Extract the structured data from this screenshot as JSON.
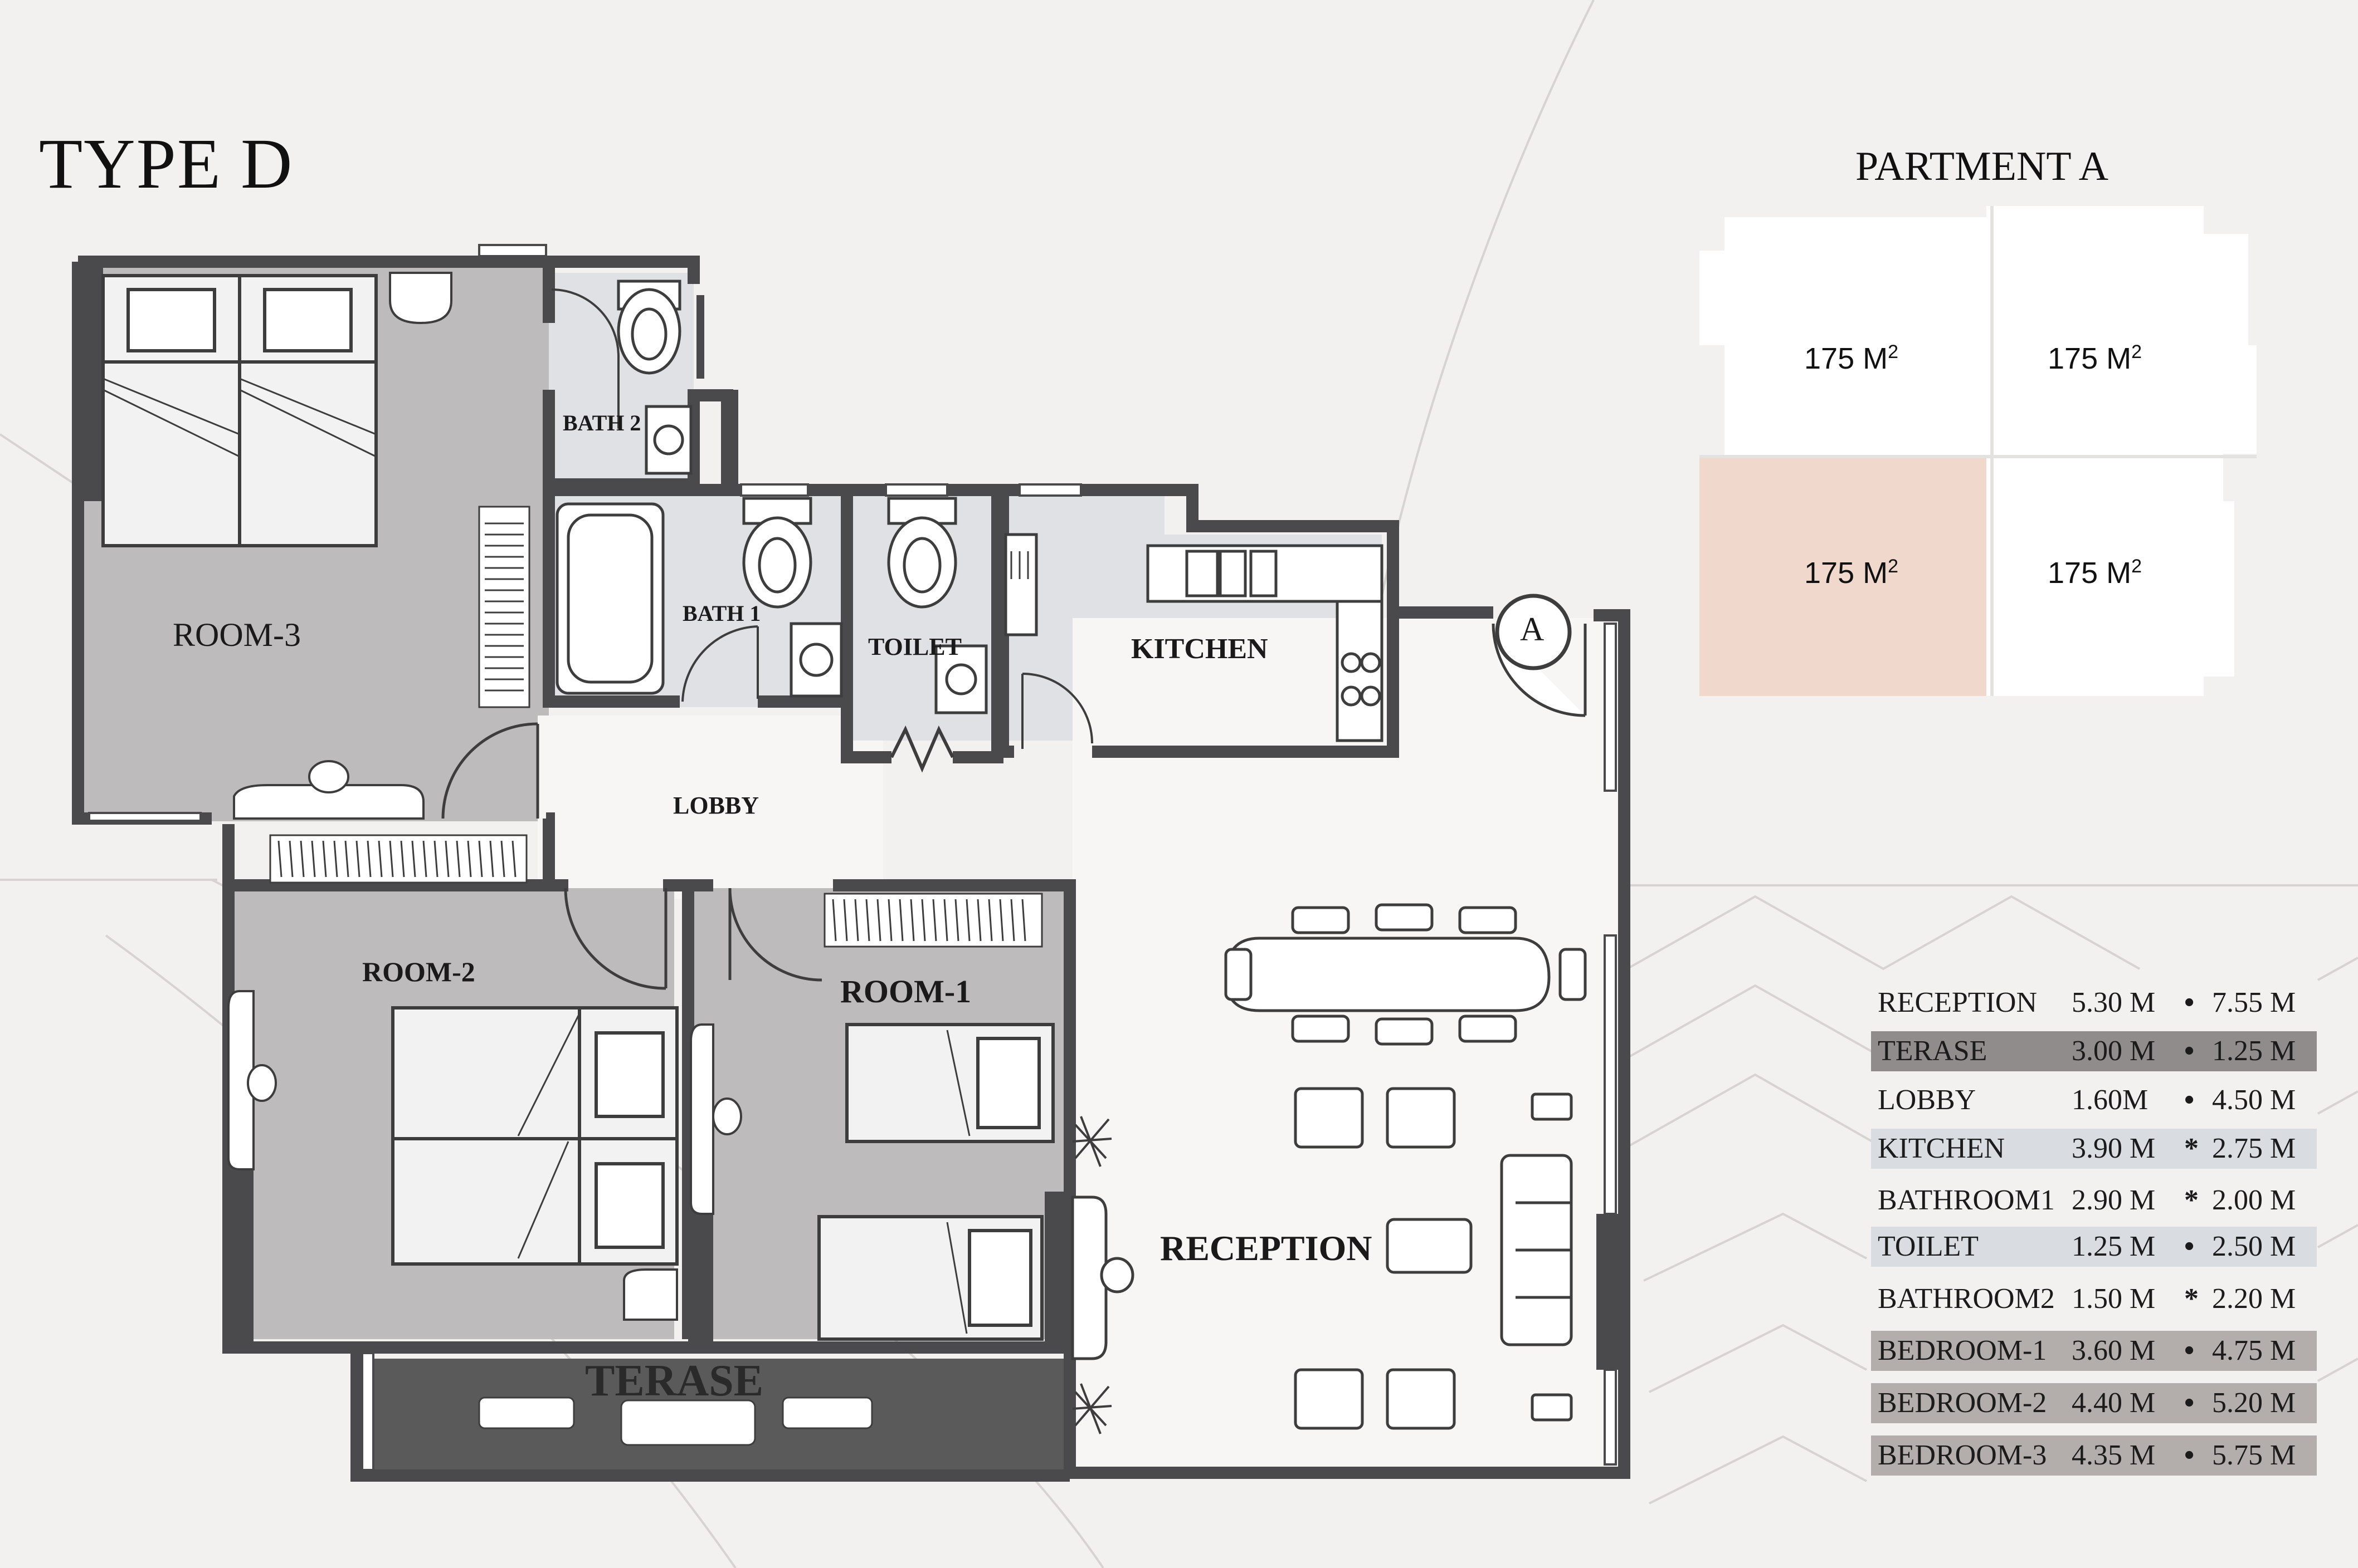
{
  "plan": {
    "title": "TYPE D",
    "rooms": {
      "room3": "ROOM-3",
      "bath2": "BATH 2",
      "bath1": "BATH 1",
      "toilet": "TOILET",
      "kitchen": "KITCHEN",
      "lobby": "LOBBY",
      "room2": "ROOM-2",
      "room1": "ROOM-1",
      "reception": "RECEPTION",
      "terase": "TERASE"
    },
    "entrance_marker": "A"
  },
  "key_plan": {
    "title": "PARTMENT A",
    "units": [
      {
        "area": "175 M",
        "sup": "2",
        "highlighted": false
      },
      {
        "area": "175 M",
        "sup": "2",
        "highlighted": false
      },
      {
        "area": "175 M",
        "sup": "2",
        "highlighted": true
      },
      {
        "area": "175 M",
        "sup": "2",
        "highlighted": false
      }
    ],
    "highlight_color": "#f1d8cc"
  },
  "specs": [
    {
      "name": "RECEPTION",
      "a": "5.30 M",
      "sep": "•",
      "b": "7.55 M",
      "bg": "#f3f1ef"
    },
    {
      "name": "TERASE",
      "a": "3.00 M",
      "sep": "•",
      "b": "1.25 M",
      "bg": "#8f8c8b"
    },
    {
      "name": "LOBBY",
      "a": "1.60M",
      "sep": "•",
      "b": "4.50 M",
      "bg": "#f3f1ef"
    },
    {
      "name": "KITCHEN",
      "a": "3.90 M",
      "sep": "*",
      "b": "2.75 M",
      "bg": "#d9dde2"
    },
    {
      "name": "BATHROOM1",
      "a": "2.90 M",
      "sep": "*",
      "b": "2.00 M",
      "bg": "#f3f1ef"
    },
    {
      "name": "TOILET",
      "a": "1.25 M",
      "sep": "•",
      "b": "2.50 M",
      "bg": "#d9dde2"
    },
    {
      "name": "BATHROOM2",
      "a": "1.50 M",
      "sep": "*",
      "b": "2.20 M",
      "bg": "#f3f1ef"
    },
    {
      "name": "BEDROOM-1",
      "a": "3.60 M",
      "sep": "•",
      "b": "4.75 M",
      "bg": "#b3aeac"
    },
    {
      "name": "BEDROOM-2",
      "a": "4.40 M",
      "sep": "•",
      "b": "5.20 M",
      "bg": "#b3aeac"
    },
    {
      "name": "BEDROOM-3",
      "a": "4.35 M",
      "sep": "•",
      "b": "5.75 M",
      "bg": "#b3aeac"
    }
  ],
  "colors": {
    "wall": "#4a4a4c",
    "bedroom_floor": "#bdbbbb",
    "wet_floor": "#dfe1e4",
    "background": "#f3f1ef"
  }
}
